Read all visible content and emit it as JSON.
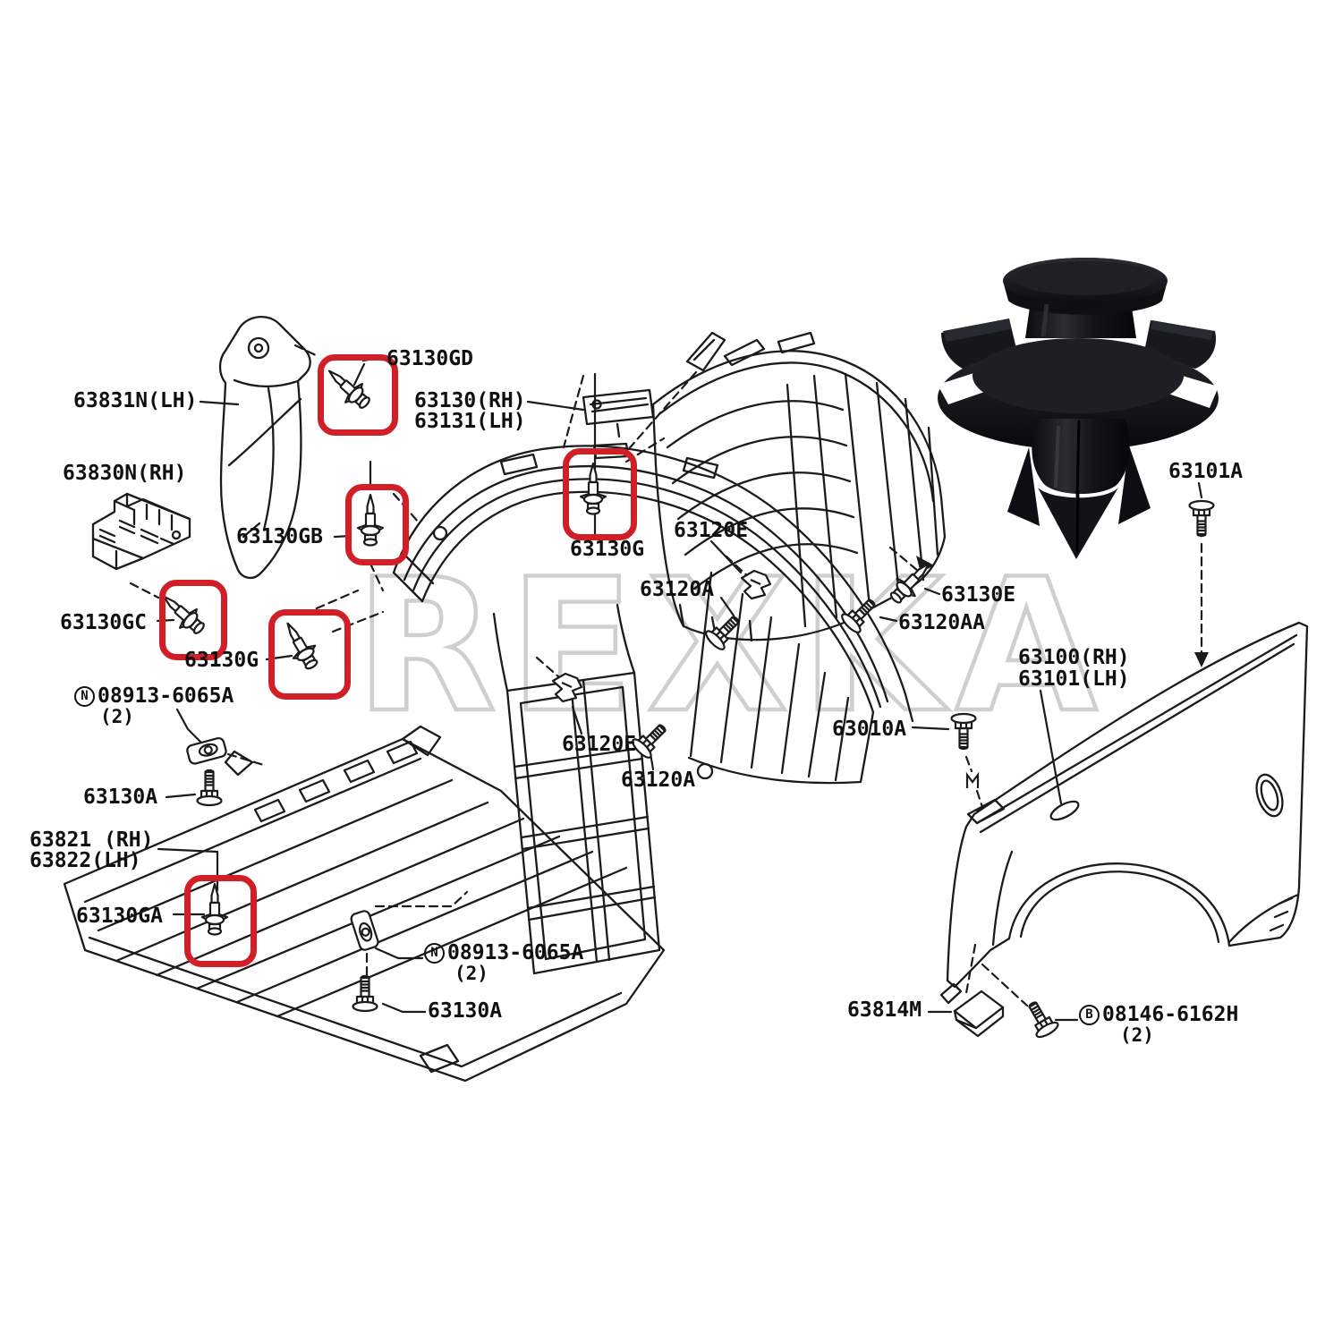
{
  "page": {
    "title": "Fender and fitting parts diagram",
    "background": "#ffffff"
  },
  "colors": {
    "highlight_red": "#d01f27",
    "line_art": "#1b1b1b",
    "watermark_gray": "#cfcfcf",
    "clip_photo_black": "#131417"
  },
  "watermark": {
    "text": "REXKA"
  },
  "product_photo": {
    "name": "push-type-retainer-clip-photo"
  },
  "part_labels": [
    {
      "id": "63831N",
      "text": "63831N(LH)"
    },
    {
      "id": "63130GD",
      "text": "63130GD"
    },
    {
      "id": "63130RH",
      "text": "63130(RH)"
    },
    {
      "id": "63131LH",
      "text": "63131(LH)"
    },
    {
      "id": "63830N",
      "text": "63830N(RH)"
    },
    {
      "id": "63130GB",
      "text": "63130GB"
    },
    {
      "id": "63130GC",
      "text": "63130GC"
    },
    {
      "id": "63130G-upper",
      "text": "63130G"
    },
    {
      "id": "63130G-left",
      "text": "63130G"
    },
    {
      "id": "hw-n1",
      "prefix": "N",
      "text": "08913-6065A",
      "qty": "(2)"
    },
    {
      "id": "63130A-1",
      "text": "63130A"
    },
    {
      "id": "63821",
      "text": "63821 (RH)"
    },
    {
      "id": "63822",
      "text": "63822(LH)"
    },
    {
      "id": "63130GA",
      "text": "63130GA"
    },
    {
      "id": "hw-n2",
      "prefix": "N",
      "text": "08913-6065A",
      "qty": "(2)"
    },
    {
      "id": "63130A-2",
      "text": "63130A"
    },
    {
      "id": "63120E-1",
      "text": "63120E"
    },
    {
      "id": "63120A-1",
      "text": "63120A"
    },
    {
      "id": "63130E",
      "text": "63130E"
    },
    {
      "id": "63120AA",
      "text": "63120AA"
    },
    {
      "id": "63120E-2",
      "text": "63120E"
    },
    {
      "id": "63120A-2",
      "text": "63120A"
    },
    {
      "id": "63100RH",
      "text": "63100(RH)"
    },
    {
      "id": "63101LH",
      "text": "63101(LH)"
    },
    {
      "id": "63010A",
      "text": "63010A"
    },
    {
      "id": "63101A",
      "text": "63101A"
    },
    {
      "id": "63814M",
      "text": "63814M"
    },
    {
      "id": "hw-b1",
      "prefix": "B",
      "text": "08146-6162H",
      "qty": "(2)"
    }
  ]
}
